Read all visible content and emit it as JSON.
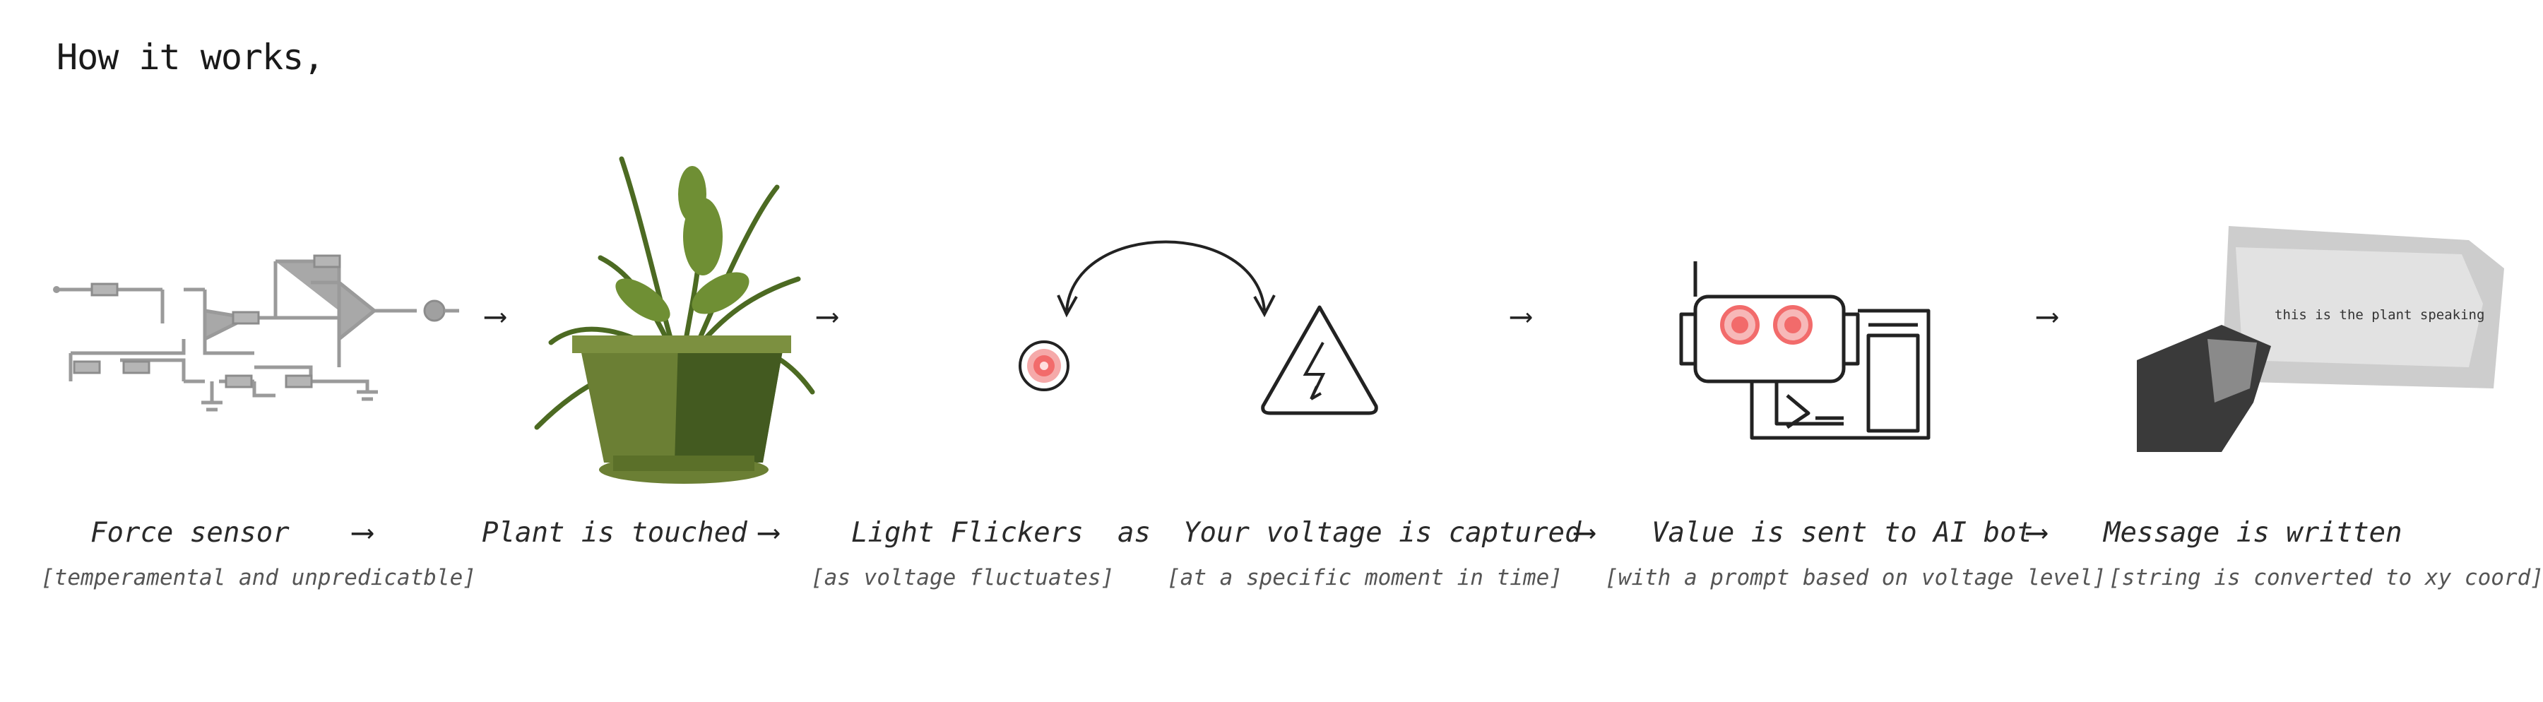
{
  "title": "How it works,",
  "steps": [
    {
      "label": "Force sensor",
      "sub": "[temperamental and unpredicatble]"
    },
    {
      "label": "Plant is touched",
      "sub": ""
    },
    {
      "label": "Light Flickers",
      "sub": "[as voltage fluctuates]"
    },
    {
      "label": "Your voltage is captured",
      "sub": "[at a specific moment in time]"
    },
    {
      "label": "Value is sent to AI bot",
      "sub": "[with a prompt based on voltage level]"
    },
    {
      "label": "Message is written",
      "sub": "[string is converted to xy coord]"
    }
  ],
  "connectors": {
    "arrow": "⟶",
    "as": "as"
  },
  "paper_text": "this is the plant speaking",
  "colors": {
    "circuit": "#9a9a9a",
    "pot": "#6b7f34",
    "leaf": "#5a7a2c",
    "led": "#f26b6b"
  },
  "icons": [
    "circuit-icon",
    "plant-icon",
    "led-icon",
    "voltage-warning-icon",
    "ai-bot-icon",
    "paper-in-hand-icon"
  ]
}
